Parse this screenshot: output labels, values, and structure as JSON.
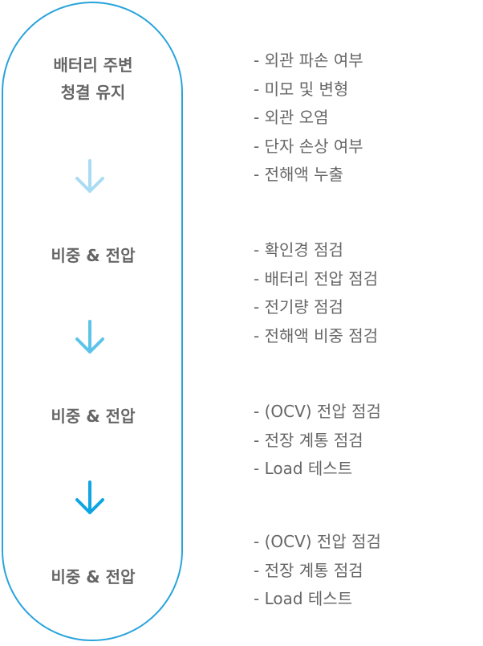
{
  "steps": [
    {
      "title": "배터리 주변\n청결 유지",
      "items": [
        "- 외관 파손 여부",
        "- 미모 및 변형",
        "- 외관 오염",
        "- 단자 손상 여부",
        "- 전해액 누출"
      ]
    },
    {
      "title": "비중 & 전압",
      "items": [
        "- 확인경 점검",
        "- 배터리 전압 점검",
        "- 전기량 점검",
        "- 전해액 비중 점검"
      ]
    },
    {
      "title": "비중 & 전압",
      "items": [
        "- (OCV) 전압 점검",
        "- 전장 계통 점검",
        "- Load 테스트"
      ]
    },
    {
      "title": "비중 & 전압",
      "items": [
        "- (OCV) 전압 점검",
        "- 전장 계통 점검",
        "- Load 테스트"
      ]
    }
  ],
  "colors": {
    "capsule_border": "#29a3dc",
    "arrow_1": "#a9dcf3",
    "arrow_2": "#5cc3ea",
    "arrow_3": "#0ea5e3",
    "text": "#666666"
  },
  "icons": [
    "arrow-down-icon",
    "arrow-down-icon",
    "arrow-down-icon"
  ]
}
